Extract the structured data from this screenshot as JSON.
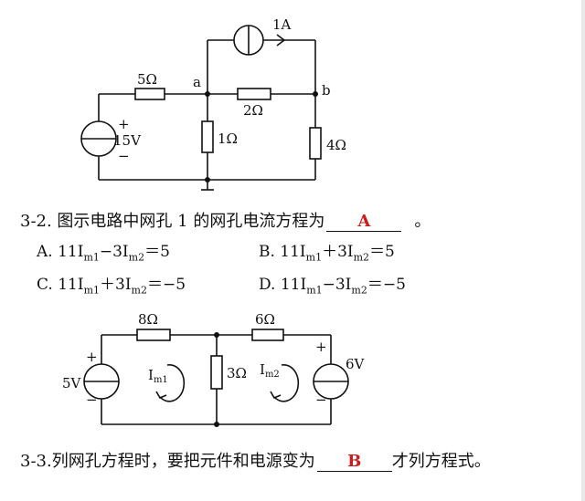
{
  "circuit1": {
    "resistors": {
      "r5": "5Ω",
      "r2": "2Ω",
      "r1": "1Ω",
      "r4": "4Ω"
    },
    "current_source": "1A",
    "voltage_source": {
      "label": "15V",
      "plus": "+",
      "minus": "−"
    },
    "nodes": {
      "a": "a",
      "b": "b"
    }
  },
  "q2": {
    "text": "3-2. 图示电路中网孔 1 的网孔电流方程为",
    "answer": "A",
    "suffix": "。",
    "options": [
      {
        "label": "A. 11I",
        "sub1": "m1",
        "mid": "−3I",
        "sub2": "m2",
        "tail": "＝5"
      },
      {
        "label": "B. 11I",
        "sub1": "m1",
        "mid": "＋3I",
        "sub2": "m2",
        "tail": "＝5"
      },
      {
        "label": "C. 11I",
        "sub1": "m1",
        "mid": "＋3I",
        "sub2": "m2",
        "tail": "＝−5"
      },
      {
        "label": "D. 11I",
        "sub1": "m1",
        "mid": "−3I",
        "sub2": "m2",
        "tail": "＝−5"
      }
    ]
  },
  "circuit2": {
    "resistors": {
      "r8": "8Ω",
      "r6": "6Ω",
      "r3": "3Ω"
    },
    "left_source": {
      "label": "5V",
      "plus": "+",
      "minus": "−"
    },
    "right_source": {
      "label": "6V",
      "plus": "+",
      "minus": "−"
    },
    "mesh1": {
      "main": "I",
      "sub": "m1"
    },
    "mesh2": {
      "main": "I",
      "sub": "m2"
    }
  },
  "q3": {
    "text": "3-3.列网孔方程时，要把元件和电源变为",
    "answer": "B",
    "suffix": "才列方程式。"
  }
}
